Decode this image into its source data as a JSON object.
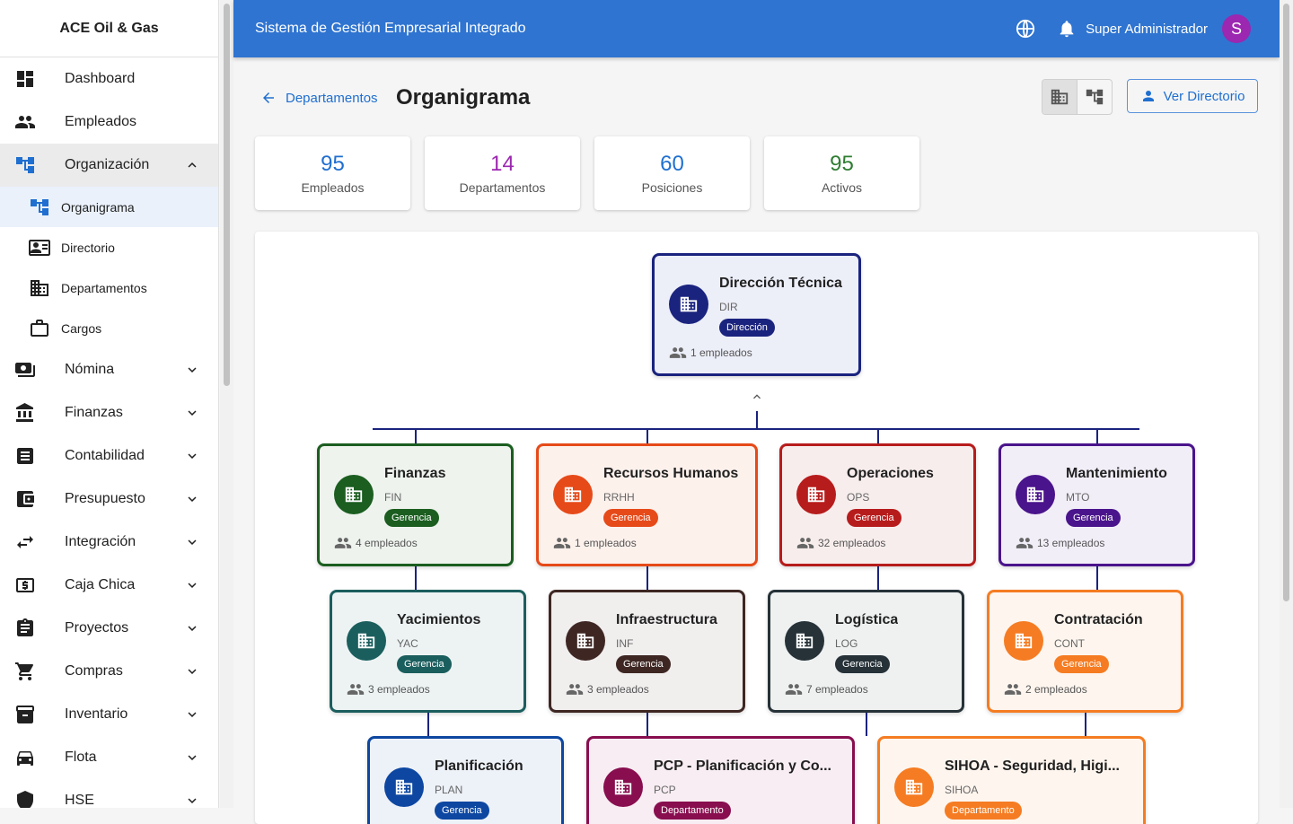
{
  "sidebar": {
    "brand": "ACE Oil & Gas",
    "items": [
      {
        "label": "Dashboard",
        "icon": "dashboard-icon"
      },
      {
        "label": "Empleados",
        "icon": "people-icon"
      },
      {
        "label": "Organización",
        "icon": "org-chart-icon",
        "expanded": true
      },
      {
        "label": "Nómina",
        "icon": "payroll-icon"
      },
      {
        "label": "Finanzas",
        "icon": "bank-icon"
      },
      {
        "label": "Contabilidad",
        "icon": "ledger-icon"
      },
      {
        "label": "Presupuesto",
        "icon": "wallet-icon"
      },
      {
        "label": "Integración",
        "icon": "swap-icon"
      },
      {
        "label": "Caja Chica",
        "icon": "cash-icon"
      },
      {
        "label": "Proyectos",
        "icon": "clipboard-icon"
      },
      {
        "label": "Compras",
        "icon": "cart-icon"
      },
      {
        "label": "Inventario",
        "icon": "archive-icon"
      },
      {
        "label": "Flota",
        "icon": "car-icon"
      },
      {
        "label": "HSE",
        "icon": "shield-icon"
      }
    ],
    "sub_items": [
      {
        "label": "Organigrama",
        "icon": "org-chart-icon",
        "selected": true
      },
      {
        "label": "Directorio",
        "icon": "contact-card-icon"
      },
      {
        "label": "Departamentos",
        "icon": "building-icon"
      },
      {
        "label": "Cargos",
        "icon": "briefcase-icon"
      }
    ]
  },
  "appbar": {
    "title": "Sistema de Gestión Empresarial Integrado",
    "user": "Super Administrador",
    "avatar_letter": "S",
    "color": "#2f74d0"
  },
  "page": {
    "back_label": "Departamentos",
    "title": "Organigrama",
    "directory_button": "Ver Directorio"
  },
  "stats": [
    {
      "value": "95",
      "label": "Empleados",
      "color": "#1f6fd0"
    },
    {
      "value": "14",
      "label": "Departamentos",
      "color": "#9c27b0"
    },
    {
      "value": "60",
      "label": "Posiciones",
      "color": "#1f6fd0"
    },
    {
      "value": "95",
      "label": "Activos",
      "color": "#2e7d32"
    }
  ],
  "org": {
    "root": {
      "name": "Dirección Técnica",
      "code": "DIR",
      "badge": "Dirección",
      "employees": "1 empleados",
      "color": "#1a237e",
      "bg": "#eceef8"
    },
    "level1": [
      {
        "name": "Finanzas",
        "code": "FIN",
        "badge": "Gerencia",
        "employees": "4 empleados",
        "color": "#1b5e20",
        "bg": "#eef3ee"
      },
      {
        "name": "Recursos Humanos",
        "code": "RRHH",
        "badge": "Gerencia",
        "employees": "1 empleados",
        "color": "#e64a19",
        "bg": "#fdf1ec"
      },
      {
        "name": "Operaciones",
        "code": "OPS",
        "badge": "Gerencia",
        "employees": "32 empleados",
        "color": "#b71c1c",
        "bg": "#f8eded"
      },
      {
        "name": "Mantenimiento",
        "code": "MTO",
        "badge": "Gerencia",
        "employees": "13 empleados",
        "color": "#4a148c",
        "bg": "#f2eef8"
      }
    ],
    "level2": [
      {
        "name": "Yacimientos",
        "code": "YAC",
        "badge": "Gerencia",
        "employees": "3 empleados",
        "color": "#1b5e5e",
        "bg": "#edf3f3"
      },
      {
        "name": "Infraestructura",
        "code": "INF",
        "badge": "Gerencia",
        "employees": "3 empleados",
        "color": "#3e2723",
        "bg": "#f1eeee"
      },
      {
        "name": "Logística",
        "code": "LOG",
        "badge": "Gerencia",
        "employees": "7 empleados",
        "color": "#263238",
        "bg": "#eff1f1"
      },
      {
        "name": "Contratación",
        "code": "CONT",
        "badge": "Gerencia",
        "employees": "2 empleados",
        "color": "#f57c22",
        "bg": "#fef5ee"
      }
    ],
    "level3": [
      {
        "name": "Planificación",
        "code": "PLAN",
        "badge": "Gerencia",
        "employees": "",
        "color": "#0d47a1",
        "bg": "#edf1f8"
      },
      {
        "name": "PCP - Planificación y Co...",
        "code": "PCP",
        "badge": "Departamento",
        "employees": "",
        "color": "#880e4f",
        "bg": "#f7edf2"
      },
      {
        "name": "SIHOA - Seguridad, Higi...",
        "code": "SIHOA",
        "badge": "Departamento",
        "employees": "",
        "color": "#f57c22",
        "bg": "#fef5ee"
      }
    ]
  }
}
